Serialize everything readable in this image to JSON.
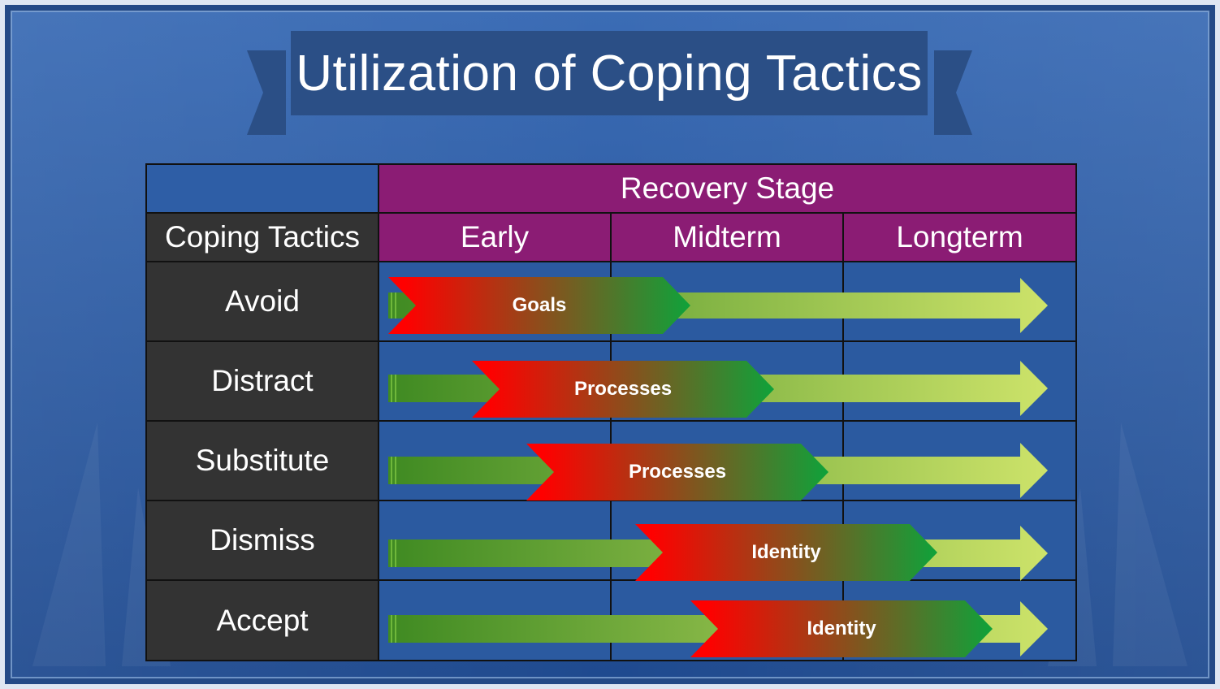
{
  "title": "Utilization of Coping Tactics",
  "table": {
    "header_top": "Recovery Stage",
    "corner_label": "Coping Tactics",
    "stages": [
      "Early",
      "Midterm",
      "Longterm"
    ],
    "rows": [
      {
        "label": "Avoid",
        "arrow_label": "Goals"
      },
      {
        "label": "Distract",
        "arrow_label": "Processes"
      },
      {
        "label": "Substitute",
        "arrow_label": "Processes"
      },
      {
        "label": "Dismiss",
        "arrow_label": "Identity"
      },
      {
        "label": "Accept",
        "arrow_label": "Identity"
      }
    ]
  },
  "colors": {
    "background": "#2a5a9e",
    "header_purple": "#8b1c74",
    "row_dark": "#333333",
    "arrow_red": "#ff0000",
    "arrow_green": "#0fa23a",
    "long_arrow_light": "#cde36a"
  }
}
